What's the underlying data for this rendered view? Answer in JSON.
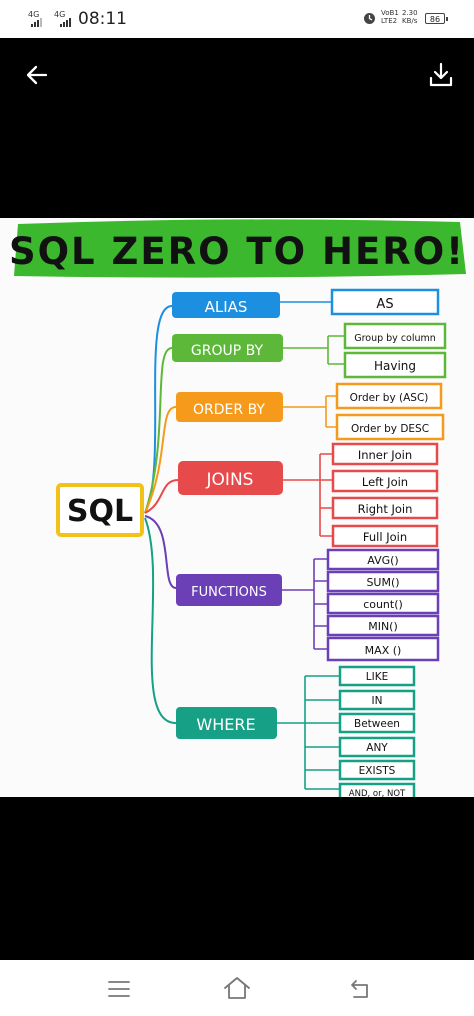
{
  "status_bar": {
    "network_1": "4G",
    "network_2": "4G",
    "time": "08:11",
    "volte_top": "VoB1",
    "volte_bottom": "LTE2",
    "speed_value": "2.30",
    "speed_unit": "KB/s",
    "battery": "86"
  },
  "toolbar": {
    "back_icon": "arrow-left-icon",
    "download_icon": "download-icon"
  },
  "image": {
    "title": "SQL ZERO TO HERO!",
    "root": "SQL",
    "colors": {
      "banner": "#3bb82e",
      "root": "#f2c21b",
      "alias": "#1d8fe0",
      "group_by": "#5db83a",
      "order_by": "#f59a1b",
      "joins": "#e74a4a",
      "functions": "#6b3fb5",
      "where": "#16a085"
    },
    "branches": [
      {
        "label": "ALIAS",
        "children": [
          "AS"
        ]
      },
      {
        "label": "GROUP BY",
        "children": [
          "Group by column",
          "Having"
        ]
      },
      {
        "label": "ORDER BY",
        "children": [
          "Order by (ASC)",
          "Order by DESC"
        ]
      },
      {
        "label": "JOINS",
        "children": [
          "Inner Join",
          "Left Join",
          "Right Join",
          "Full Join"
        ]
      },
      {
        "label": "FUNCTIONS",
        "children": [
          "AVG()",
          "SUM()",
          "count()",
          "MIN()",
          "MAX ()"
        ]
      },
      {
        "label": "WHERE",
        "children": [
          "LIKE",
          "IN",
          "Between",
          "ANY",
          "EXISTS",
          "AND, or, NOT"
        ]
      }
    ]
  },
  "nav_bar": {
    "menu_icon": "menu-icon",
    "home_icon": "home-icon",
    "back_icon": "back-icon"
  }
}
